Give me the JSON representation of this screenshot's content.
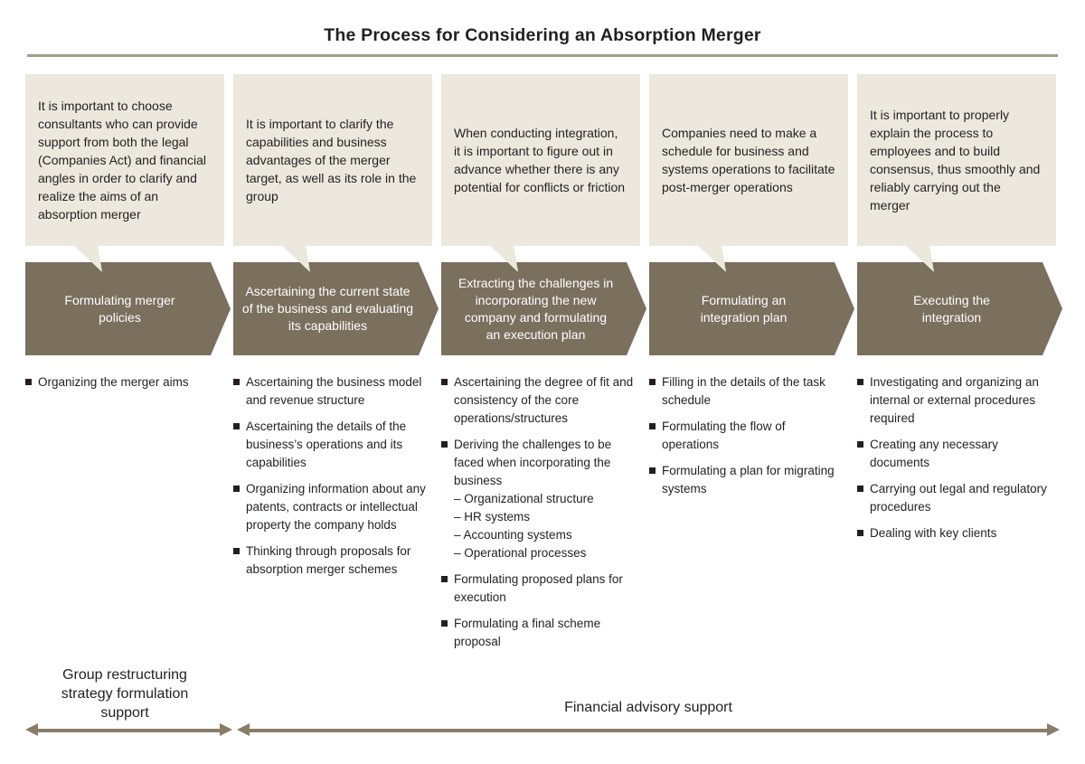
{
  "title": "The Process for Considering an Absorption Merger",
  "columns": [
    {
      "bubble": "It is important to choose consultants who can provide support from both the legal (Companies Act) and financial angles in order to clarify and realize the aims of an absorption merger",
      "stage": "Formulating merger policies",
      "bullets": [
        {
          "text": "Organizing the merger aims"
        }
      ]
    },
    {
      "bubble": "It is important to clarify the capabilities and business advantages of the merger target, as well as its role in the group",
      "stage": "Ascertaining the current state of the business and evaluating its capabilities",
      "bullets": [
        {
          "text": "Ascertaining the business model and revenue structure"
        },
        {
          "text": "Ascertaining the details of the business’s operations and its capabilities"
        },
        {
          "text": "Organizing information about any patents, contracts or intellectual property the company holds"
        },
        {
          "text": "Thinking through proposals for absorption merger schemes"
        }
      ]
    },
    {
      "bubble": "When conducting integration, it is important to figure out in advance whether there is any potential for conflicts or friction",
      "stage": "Extracting the challenges in incorporating the new company and formulating an execution plan",
      "bullets": [
        {
          "text": "Ascertaining the degree of fit and consistency of the core operations/structures"
        },
        {
          "text": "Deriving the challenges to be faced when incorporating the business",
          "subitems": [
            "– Organizational structure",
            "– HR systems",
            "– Accounting systems",
            "– Operational processes"
          ]
        },
        {
          "text": "Formulating proposed plans for execution"
        },
        {
          "text": "Formulating a final scheme proposal"
        }
      ]
    },
    {
      "bubble": "Companies need to make a schedule for business and systems operations to facilitate post-merger operations",
      "stage": "Formulating an integration plan",
      "bullets": [
        {
          "text": "Filling in the details of the task schedule"
        },
        {
          "text": "Formulating the flow of operations"
        },
        {
          "text": "Formulating a plan for migrating systems"
        }
      ]
    },
    {
      "bubble": "It is important to properly explain the process to employees and to build consensus, thus smoothly and reliably carrying out the merger",
      "stage": "Executing the integration",
      "bullets": [
        {
          "text": "Investigating and organizing an internal or external procedures required"
        },
        {
          "text": "Creating any necessary documents"
        },
        {
          "text": "Carrying out legal and regulatory procedures"
        },
        {
          "text": "Dealing with key clients"
        }
      ]
    }
  ],
  "footer": {
    "left_label": "Group restructuring strategy formulation support",
    "right_label": "Financial advisory support"
  },
  "colors": {
    "bubble_bg": "#ece8de",
    "stage_banner_bg": "#7b6f5e",
    "stage_banner_text": "#ffffff",
    "title_rule": "#a69c8c",
    "footer_arrow": "#8a7c68",
    "body_text": "#231f20"
  },
  "icons": {
    "bullet": "square-bullet-icon",
    "stage_shape": "chevron-arrow-banner",
    "footer_span": "double-headed-arrow-icon",
    "bubble_pointer": "speech-bubble-tail-icon"
  }
}
